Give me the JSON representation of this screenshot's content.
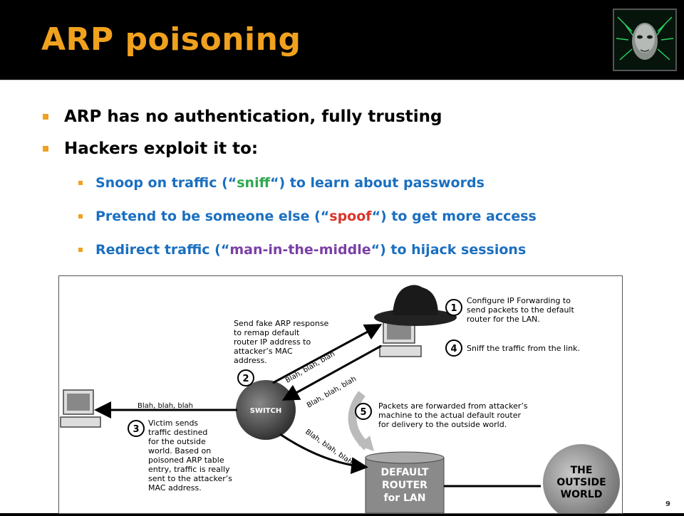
{
  "slide": {
    "title": "ARP poisoning",
    "number": "9",
    "bullets": [
      "ARP has no authentication, fully trusting",
      "Hackers exploit it to:"
    ],
    "subbullets": [
      {
        "pre": "Snoop on traffic (“",
        "hl": "sniff",
        "post": "“) to learn about passwords"
      },
      {
        "pre": "Pretend to be someone else (“",
        "hl": "spoof",
        "post": "“) to get more access"
      },
      {
        "pre": "Redirect traffic (“",
        "hl": "man-in-the-middle",
        "post": "“) to hijack sessions"
      }
    ]
  },
  "diagram": {
    "step1": [
      "Configure IP Forwarding to",
      "send packets to the default",
      "router for the LAN."
    ],
    "step2": [
      "Send fake ARP response",
      "to remap default",
      "router IP address to",
      "attacker’s MAC",
      "address."
    ],
    "step3": [
      "Victim sends",
      "traffic destined",
      "for the outside",
      "world. Based on",
      "poisoned ARP table",
      "entry, traffic is really",
      "sent to the attacker’s",
      "MAC address."
    ],
    "step4": "Sniff the traffic from the link.",
    "step5": [
      "Packets are forwarded from attacker’s",
      "machine to the actual default router",
      "for delivery to the outside world."
    ],
    "n1": "1",
    "n2": "2",
    "n3": "3",
    "n4": "4",
    "n5": "5",
    "blah": "Blah, blah, blah",
    "switch": "SWITCH",
    "router": [
      "DEFAULT",
      "ROUTER",
      "for LAN"
    ],
    "world": [
      "THE",
      "OUTSIDE",
      "WORLD"
    ]
  },
  "colors": {
    "accent": "#f0a11e",
    "subbullet": "#1a6fc0",
    "sniff": "#2fa84f",
    "spoof": "#d9342b",
    "mitm": "#7a3fa6"
  }
}
